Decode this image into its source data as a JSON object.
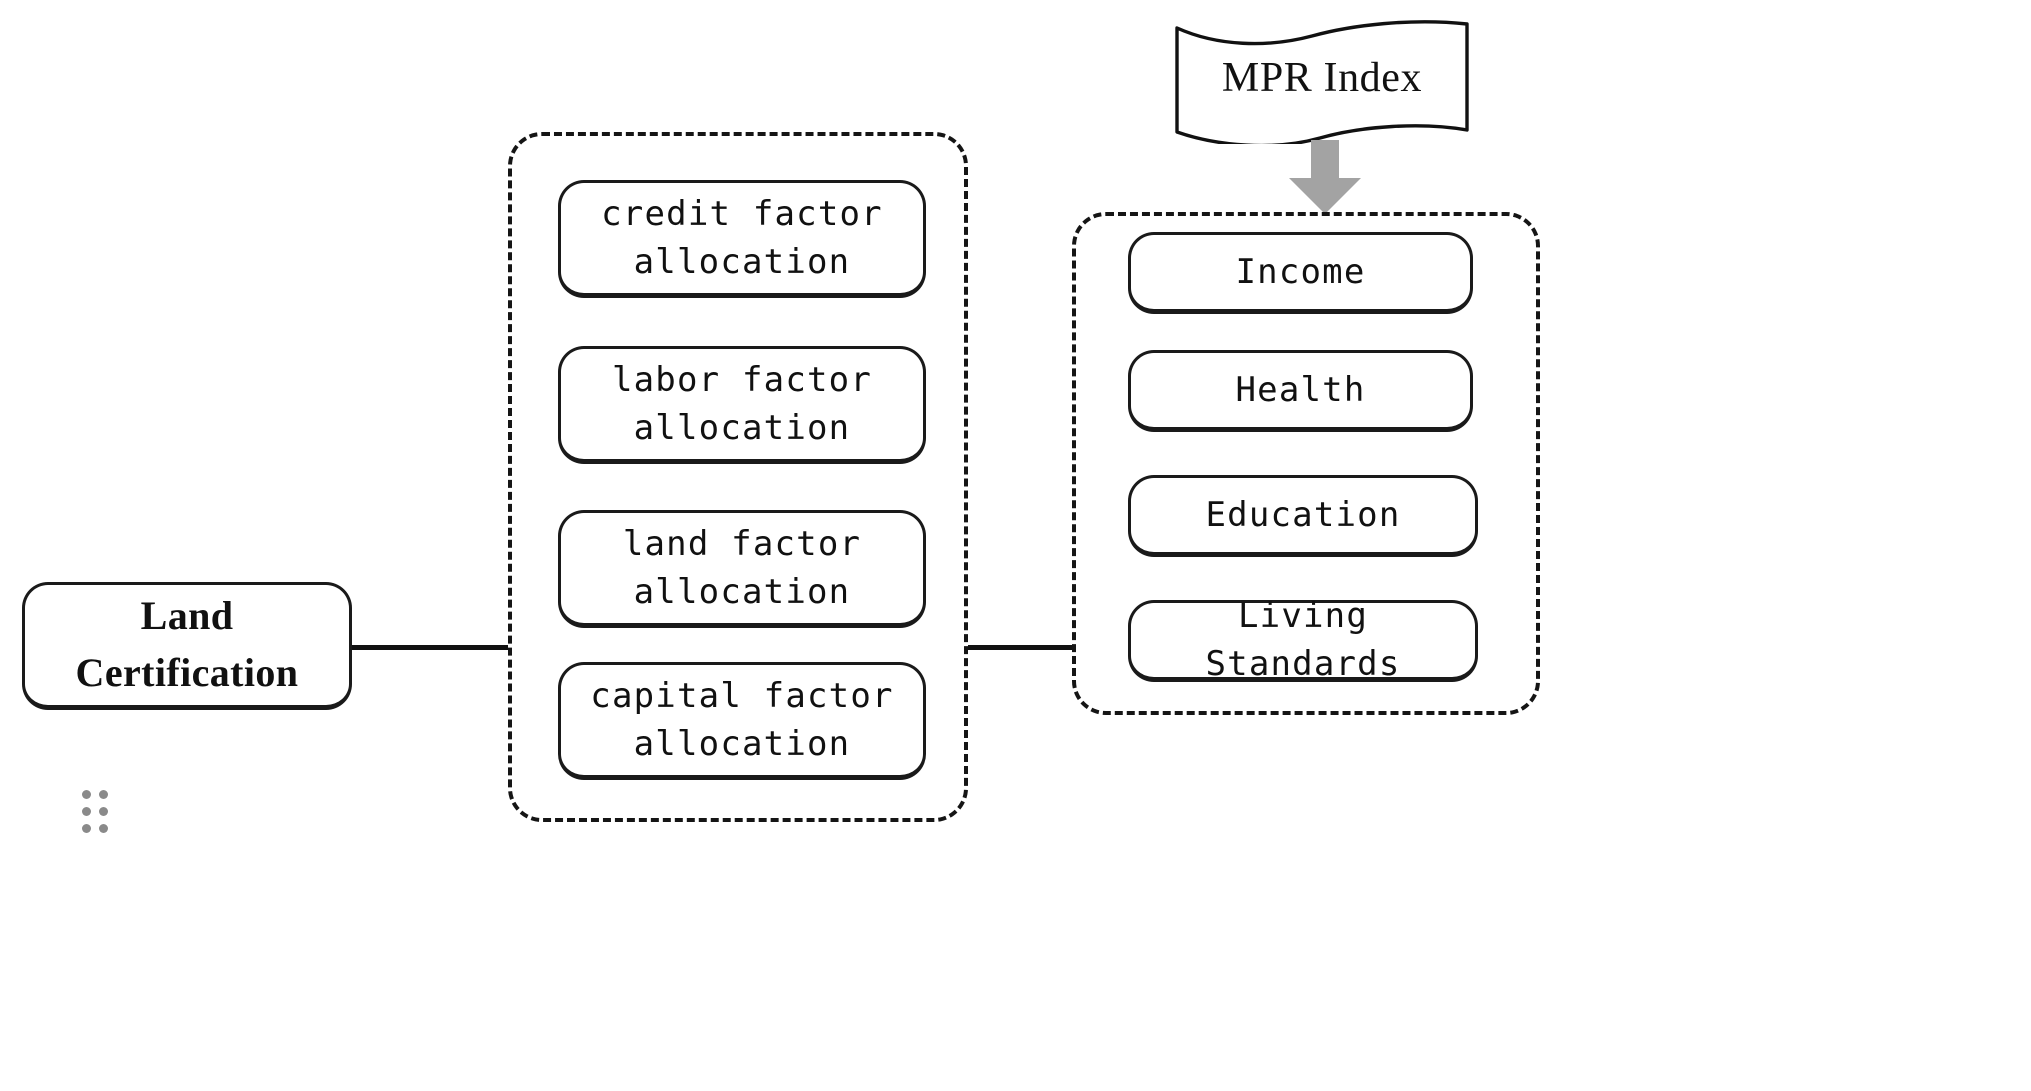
{
  "diagram": {
    "title": "Land Certification and Multidimensional Poverty Framework",
    "colors": {
      "stroke": "#151515",
      "box_fill": "#ffffff",
      "arrow_gray": "#a0a0a0",
      "handle_gray": "#8a8a8a"
    }
  },
  "root": {
    "label": "Land Certification"
  },
  "mechanism_group": {
    "name": "factor-allocation-group",
    "boxes": [
      {
        "id": "credit",
        "line1": "credit factor",
        "line2": "allocation"
      },
      {
        "id": "labor",
        "line1": "labor factor",
        "line2": "allocation"
      },
      {
        "id": "land",
        "line1": "land factor",
        "line2": "allocation"
      },
      {
        "id": "capital",
        "line1": "capital factor",
        "line2": "allocation"
      }
    ]
  },
  "outcome_group": {
    "name": "mpr-dimensions-group",
    "boxes": [
      {
        "id": "income",
        "label": "Income"
      },
      {
        "id": "health",
        "label": "Health"
      },
      {
        "id": "education",
        "label": "Education"
      },
      {
        "id": "living",
        "label": "Living Standards"
      }
    ]
  },
  "banner": {
    "label": "MPR Index"
  },
  "icons": {
    "down_arrow": "down-arrow-icon",
    "drag_handle": "drag-handle-icon"
  }
}
